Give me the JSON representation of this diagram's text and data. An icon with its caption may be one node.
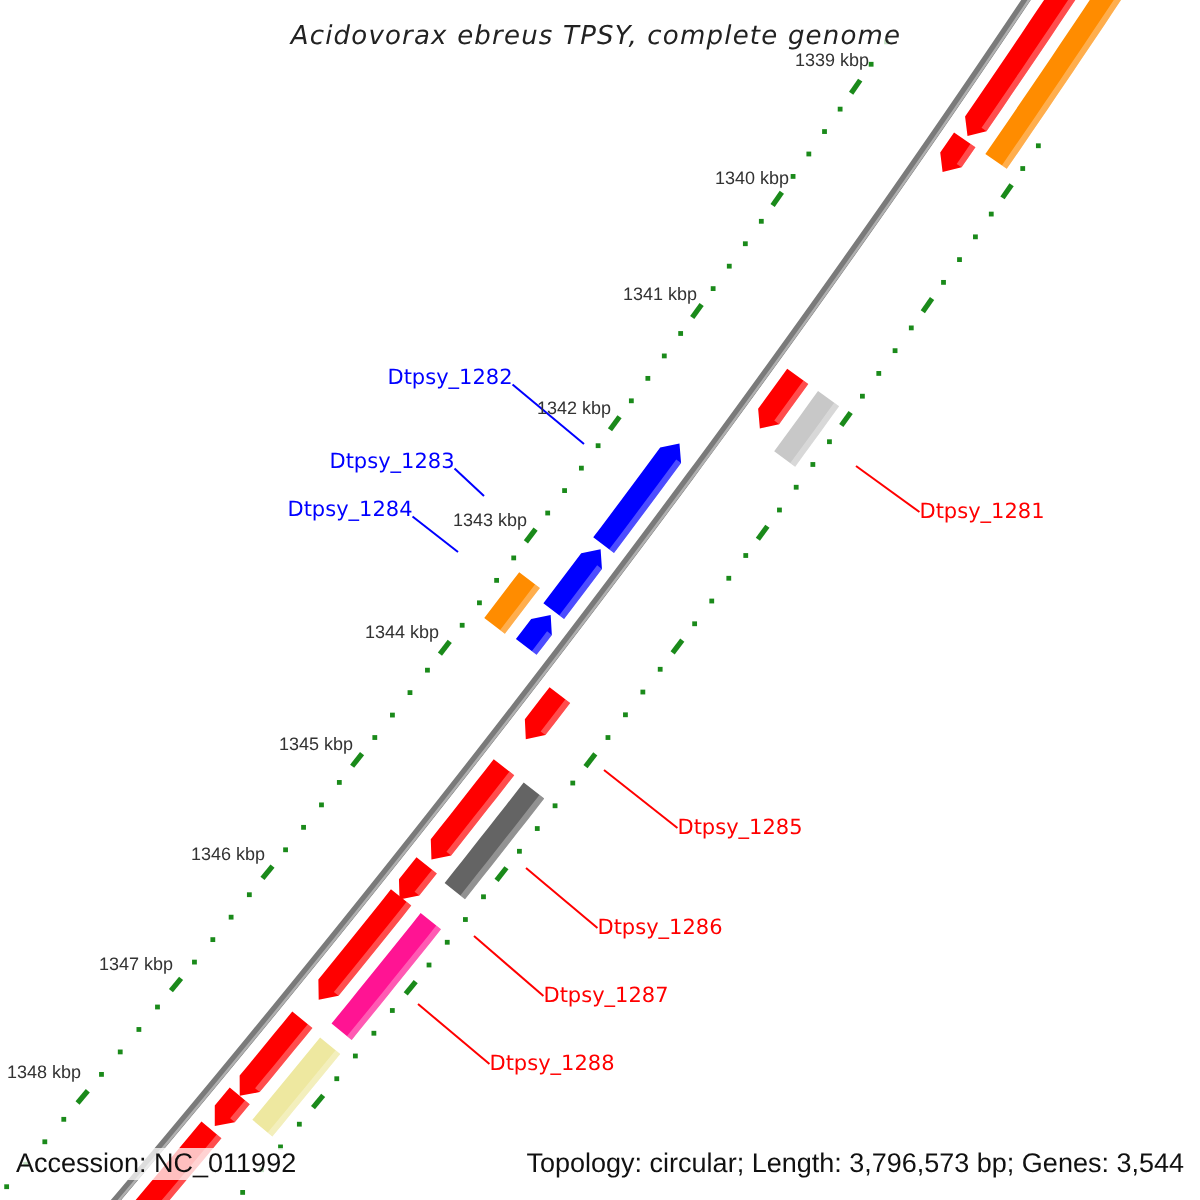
{
  "diagram": {
    "title": "Acidovorax ebreus TPSY, complete genome",
    "nodes": [
      {
        "text": [
          "Dtpsy_1282"
        ]
      },
      {
        "text": [
          "Dtpsy_1283"
        ]
      },
      {
        "text": [
          "Dtpsy_1284"
        ]
      },
      {
        "text": [
          "Dtpsy_1281"
        ]
      },
      {
        "text": [
          "Dtpsy_1285"
        ]
      },
      {
        "text": [
          "Dtpsy_1286"
        ]
      },
      {
        "text": [
          "Dtpsy_1287"
        ]
      },
      {
        "text": [
          "Dtpsy_1288"
        ]
      }
    ],
    "edges": [
      {
        "from": 0,
        "to": null,
        "arrow": "none",
        "color": "#0000ff"
      },
      {
        "from": 1,
        "to": null,
        "arrow": "none",
        "color": "#0000ff"
      },
      {
        "from": 2,
        "to": null,
        "arrow": "none",
        "color": "#0000ff"
      },
      {
        "from": 3,
        "to": null,
        "arrow": "none"
      },
      {
        "from": 4,
        "to": null,
        "arrow": "none"
      },
      {
        "from": 5,
        "to": null,
        "arrow": "none"
      },
      {
        "from": 6,
        "to": null,
        "arrow": "none"
      },
      {
        "from": 7,
        "to": null,
        "arrow": "none"
      }
    ],
    "labels": [
      "1339 kbp",
      "1340 kbp",
      "1341 kbp",
      "1342 kbp",
      "1343 kbp",
      "1344 kbp",
      "1345 kbp",
      "1346 kbp",
      "1347 kbp",
      "1348 kbp",
      "Accession: NC_011992",
      "Topology: circular; Length: 3,796,573 bp; Genes: 3,544"
    ]
  }
}
